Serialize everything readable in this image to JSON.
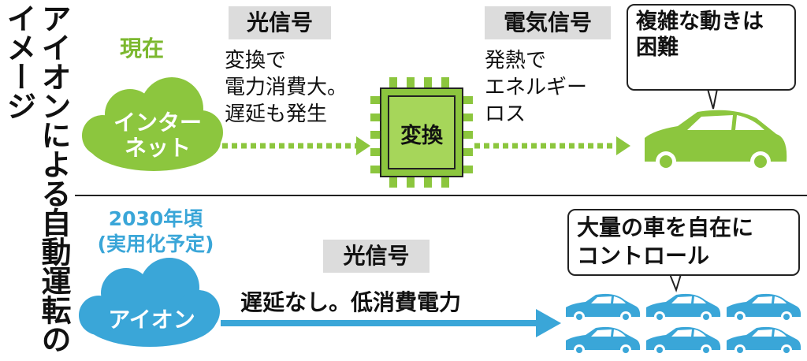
{
  "title": "アイオンによる自動運転のイメージ",
  "colors": {
    "green": "#8cc63e",
    "blue": "#3aa6d8",
    "gray": "#dcdcdc"
  },
  "current": {
    "era": "現在",
    "cloud": "インター\nネット",
    "signal1": "光信号",
    "note1": "変換で\n電力消費大。\n遅延も発生",
    "chip": "変換",
    "signal2": "電気信号",
    "note2": "発熱で\nエネルギー\nロス",
    "bubble": "複雑な動きは\n困難"
  },
  "future": {
    "era": "2030年頃\n(実用化予定)",
    "cloud": "アイオン",
    "signal": "光信号",
    "note": "遅延なし。低消費電力",
    "bubble": "大量の車を自在に\nコントロール"
  }
}
